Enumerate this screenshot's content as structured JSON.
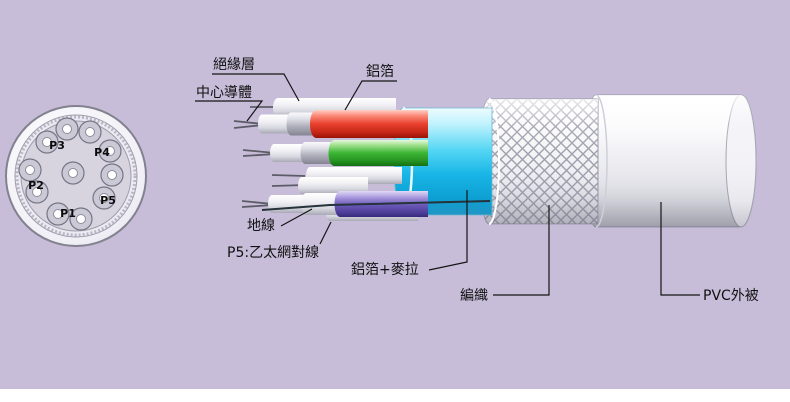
{
  "labels": {
    "insulation": "絕緣層",
    "center_conductor": "中心導體",
    "foil": "鋁箔",
    "ground_wire": "地線",
    "p5_pair": "P5:乙太網對線",
    "foil_mylar": "鋁箔+麥拉",
    "braid": "編織",
    "pvc_jacket": "PVC外被"
  },
  "cross_section": {
    "pair_labels": [
      "P1",
      "P2",
      "P3",
      "P4",
      "P5"
    ]
  },
  "colors": {
    "background": "#c7bdd9",
    "wire_red": "#e8402e",
    "wire_green": "#3cb534",
    "wire_purple": "#6a57b8",
    "foil_mylar_blue": "#18b5e6",
    "label_text": "#111111"
  }
}
